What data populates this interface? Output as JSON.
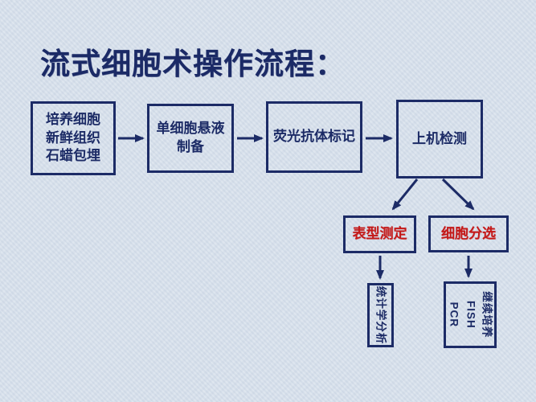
{
  "title": "流式细胞术操作流程：",
  "colors": {
    "background": "#d8e1ec",
    "ink": "#1c2b66",
    "red_accent": "#c41a1a"
  },
  "flow": {
    "step1": {
      "lines": [
        "培养细胞",
        "新鲜组织",
        "石蜡包埋"
      ]
    },
    "step2": {
      "lines": [
        "单细胞悬液",
        "制备"
      ]
    },
    "step3": {
      "label": "荧光抗体标记"
    },
    "step4": {
      "label": "上机检测"
    },
    "branch_left": {
      "label": "表型测定"
    },
    "branch_right": {
      "label": "细胞分选"
    },
    "outcome_left": {
      "label": "统计学分析"
    },
    "outcome_right": {
      "lines": [
        "继续培养",
        "FISH",
        "PCR"
      ]
    }
  }
}
